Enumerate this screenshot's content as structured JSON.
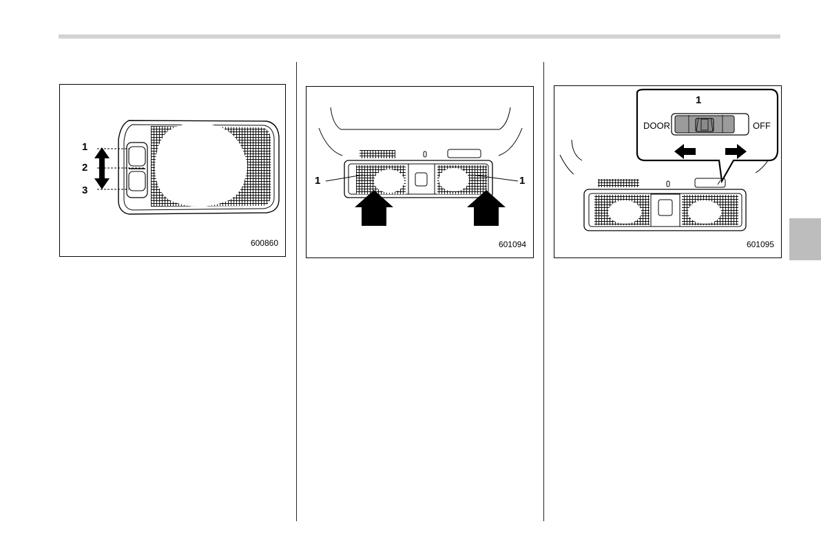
{
  "figures": [
    {
      "code": "600860",
      "callouts": [
        "1",
        "2",
        "3"
      ]
    },
    {
      "code": "601094",
      "callouts": [
        "1",
        "1"
      ]
    },
    {
      "code": "601095",
      "callouts": [
        "1"
      ],
      "switch_labels": {
        "left": "DOOR",
        "right": "OFF"
      }
    }
  ]
}
